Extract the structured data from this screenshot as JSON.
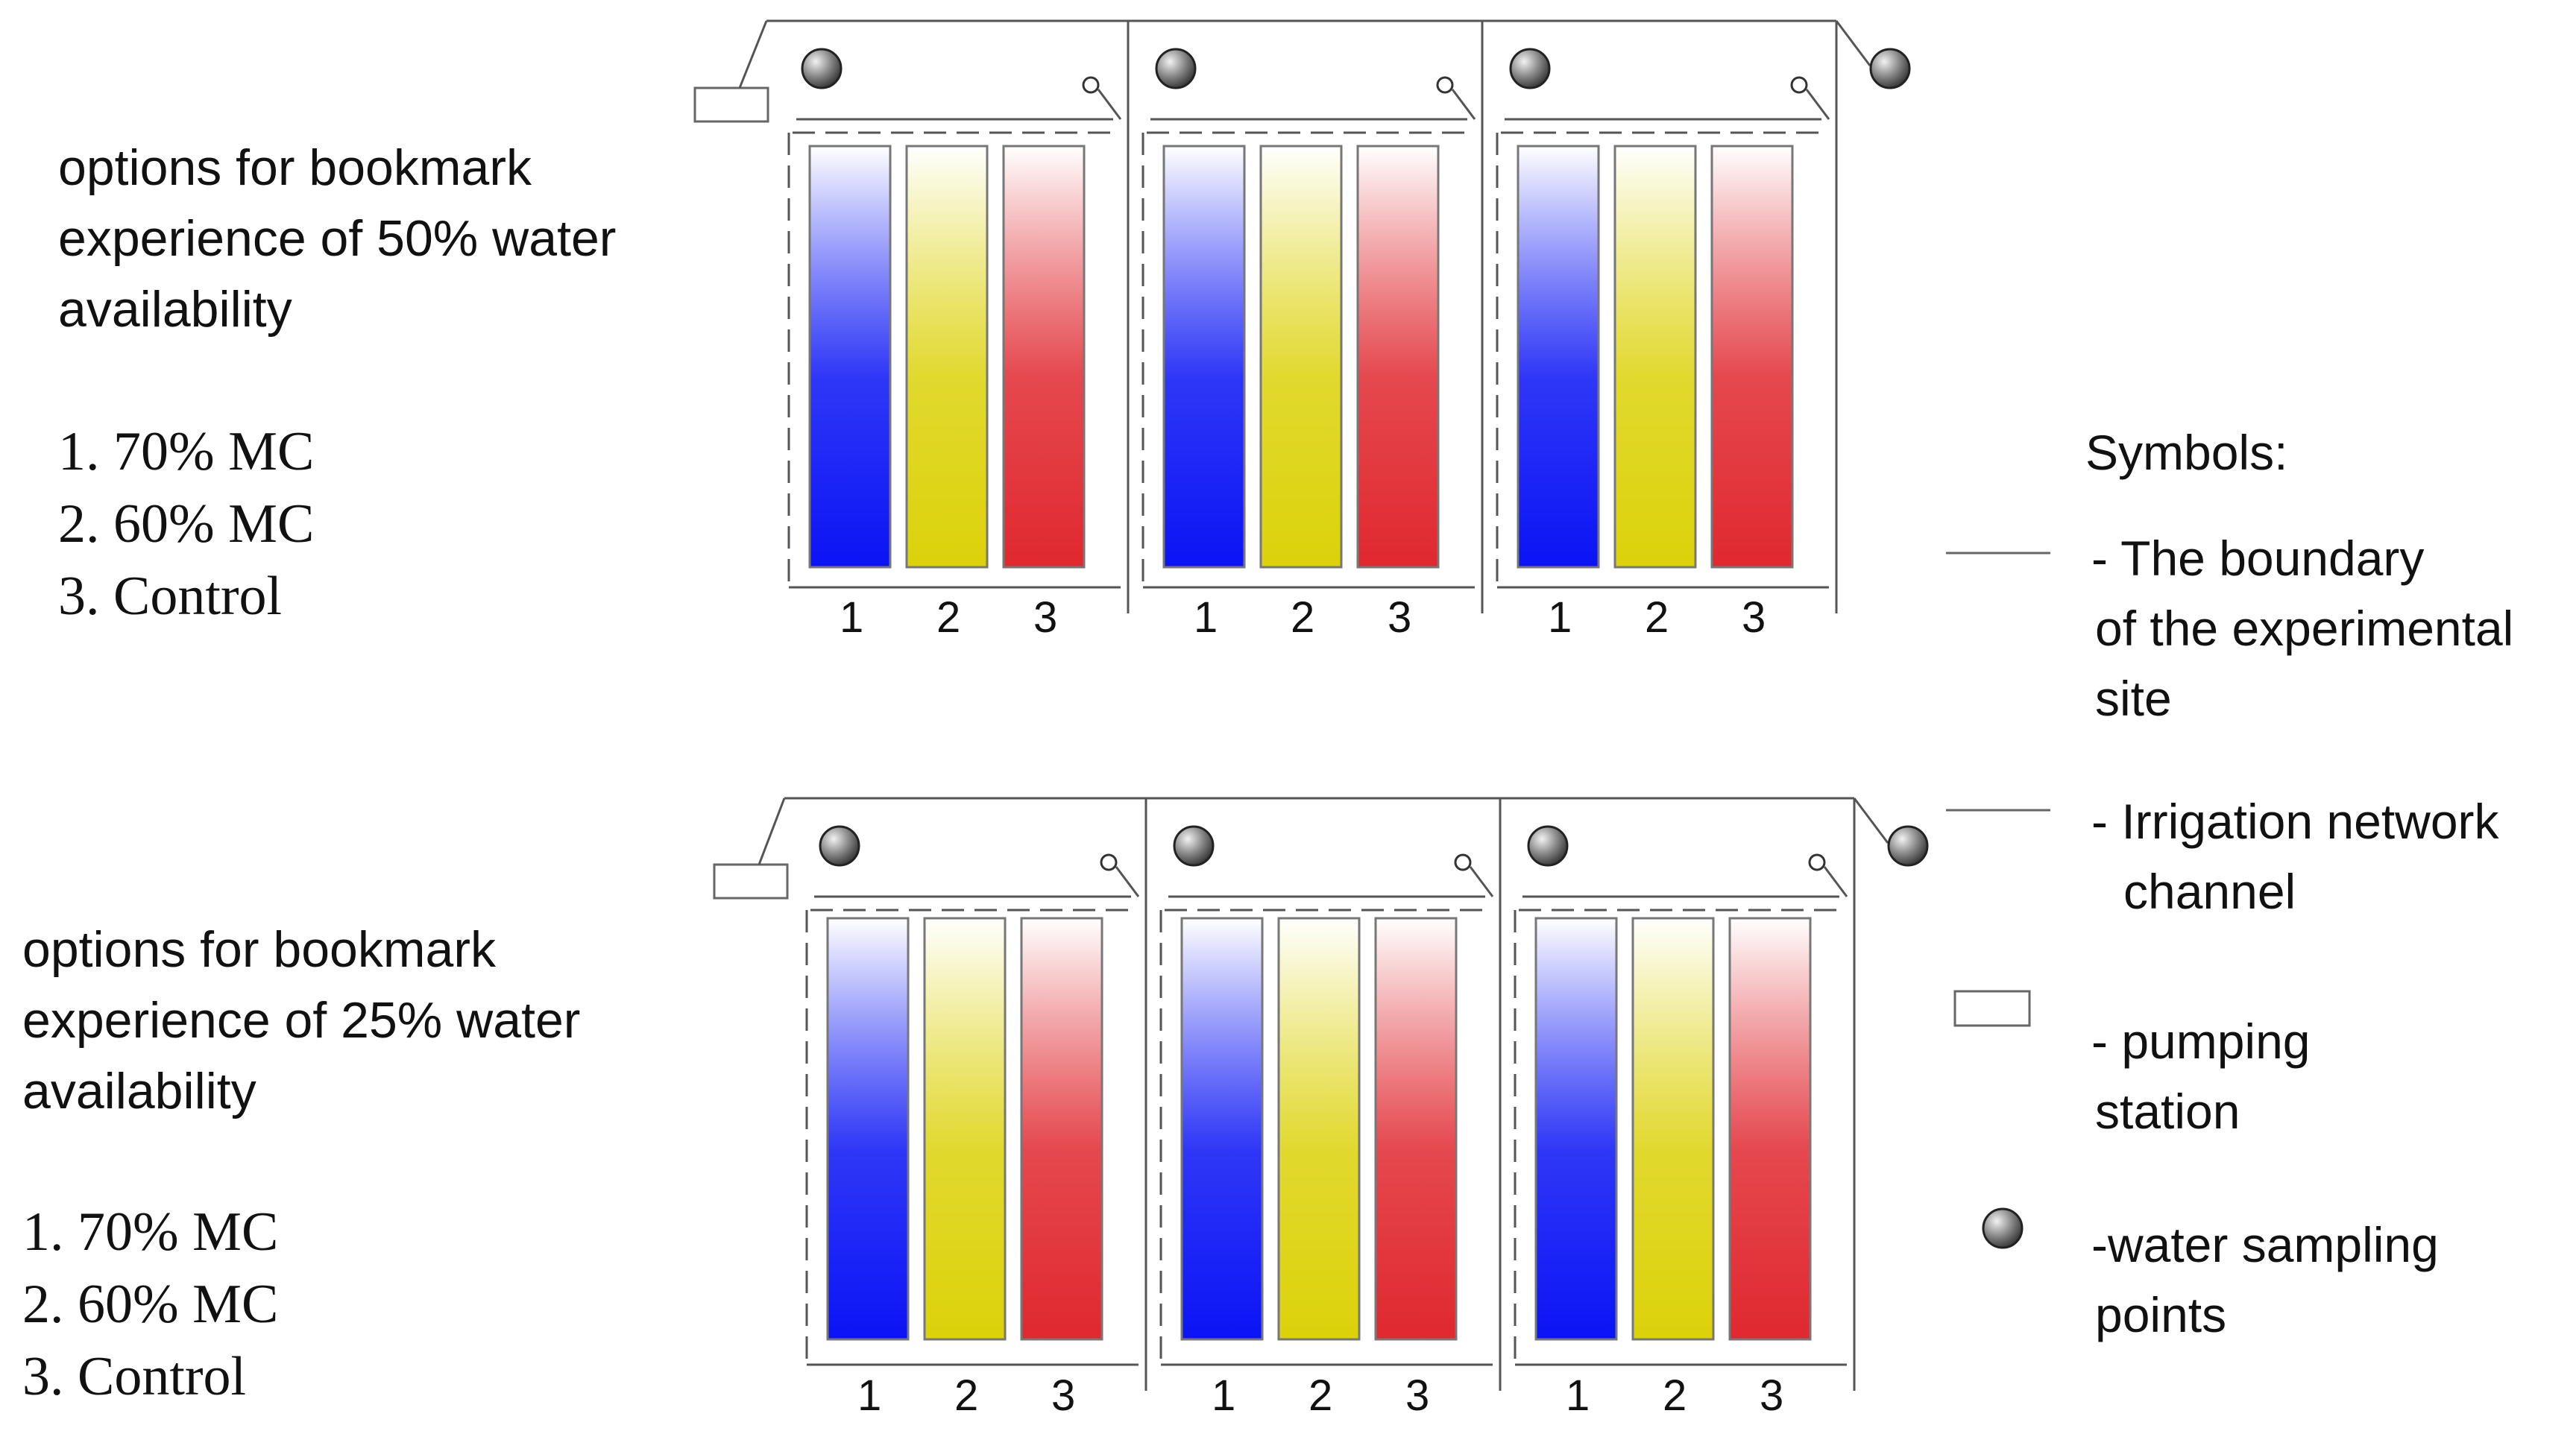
{
  "colors": {
    "blue": "#0a14f5",
    "yellow": "#dcd20a",
    "red": "#e0282f",
    "line": "#555555",
    "sampling_point": "#808080"
  },
  "diagrams": [
    {
      "caption": [
        "options for bookmark",
        "experience of 50% water",
        "availability"
      ],
      "options": [
        "1. 70% MC",
        "2. 60% MC",
        "3. Control"
      ],
      "plot_numbers": [
        "1",
        "2",
        "3"
      ],
      "strip_colors": [
        "blue",
        "yellow",
        "red"
      ]
    },
    {
      "caption": [
        "options for bookmark",
        "experience of 25% water",
        "availability"
      ],
      "options": [
        "1. 70% MC",
        "2. 60% MC",
        "3. Control"
      ],
      "plot_numbers": [
        "1",
        "2",
        "3"
      ],
      "strip_colors": [
        "blue",
        "yellow",
        "red"
      ]
    }
  ],
  "legend": {
    "title": "Symbols:",
    "items": [
      {
        "symbol": "boundary-line",
        "lines": [
          "- The boundary",
          "of the experimental",
          "site"
        ]
      },
      {
        "symbol": "channel-line",
        "lines": [
          "- Irrigation network",
          "channel"
        ]
      },
      {
        "symbol": "pumping-station",
        "lines": [
          "- pumping",
          "station"
        ]
      },
      {
        "symbol": "sampling-point",
        "lines": [
          "-water sampling",
          "points"
        ]
      }
    ]
  }
}
